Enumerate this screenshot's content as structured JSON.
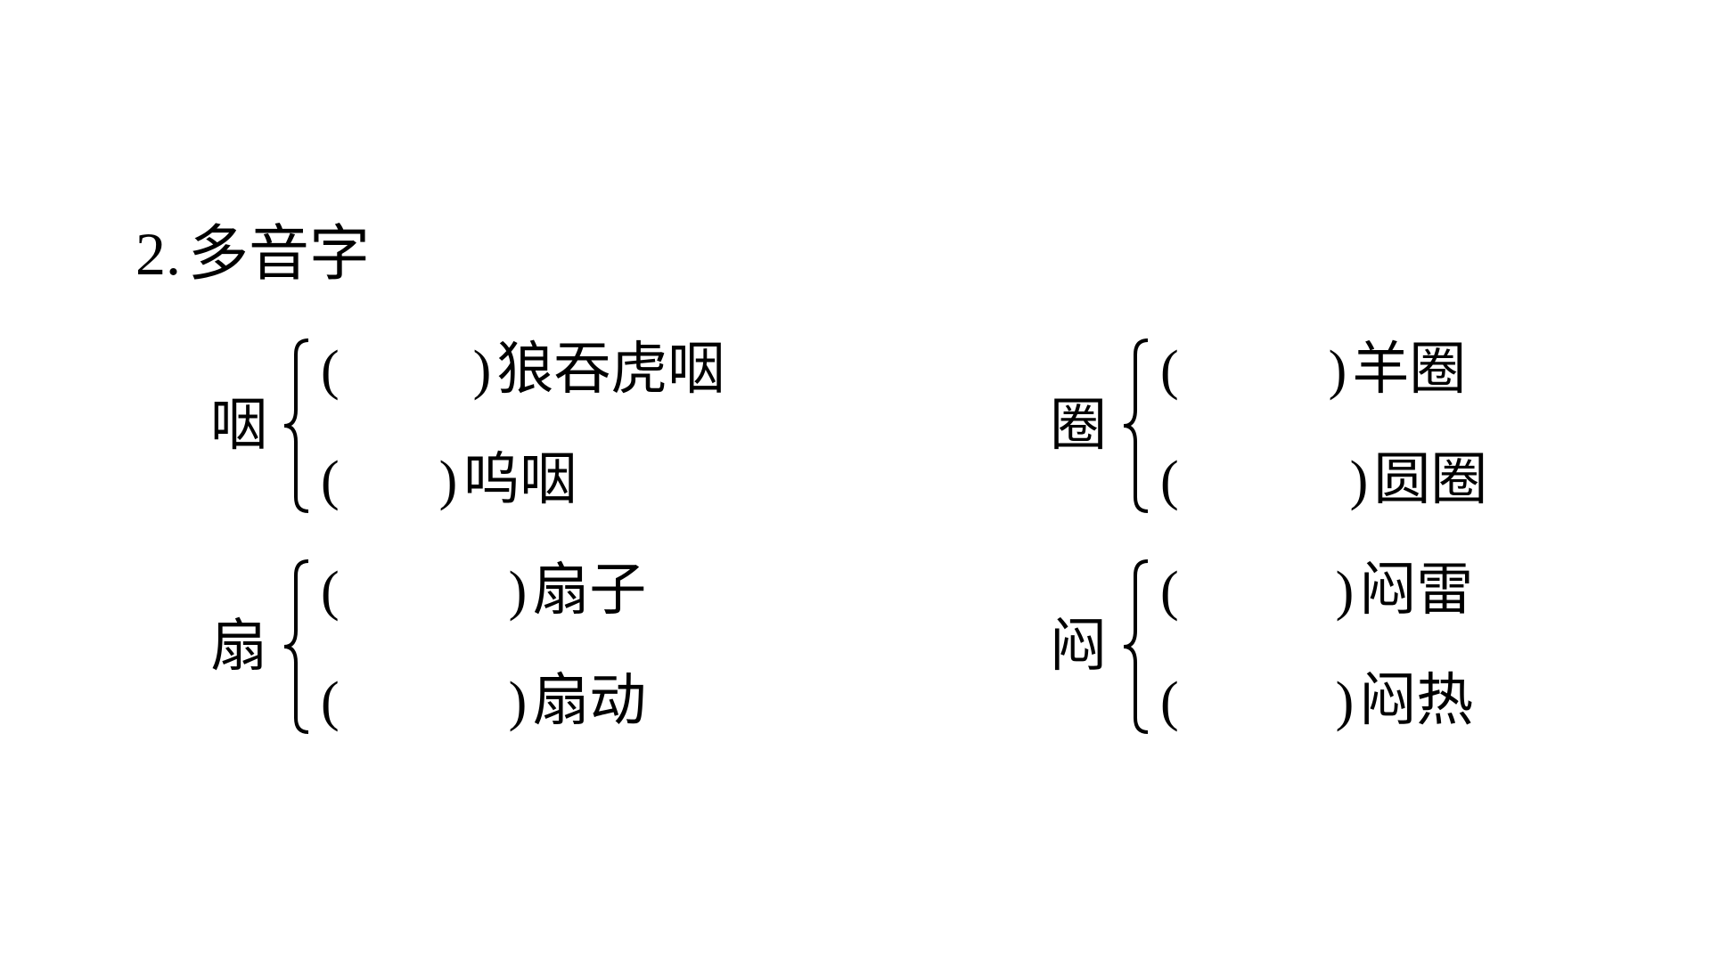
{
  "heading": {
    "number": "2",
    "separator": ".",
    "title": "多音字"
  },
  "paren_open": "(",
  "paren_close": ")",
  "groups": [
    {
      "char": "咽",
      "rows": [
        {
          "word": "狼吞虎咽"
        },
        {
          "word": "呜咽"
        }
      ]
    },
    {
      "char": "圈",
      "rows": [
        {
          "word": "羊圈"
        },
        {
          "word": "圆圈"
        }
      ]
    },
    {
      "char": "扇",
      "rows": [
        {
          "word": "扇子"
        },
        {
          "word": "扇动"
        }
      ]
    },
    {
      "char": "闷",
      "rows": [
        {
          "word": "闷雷"
        },
        {
          "word": "闷热"
        }
      ]
    }
  ]
}
